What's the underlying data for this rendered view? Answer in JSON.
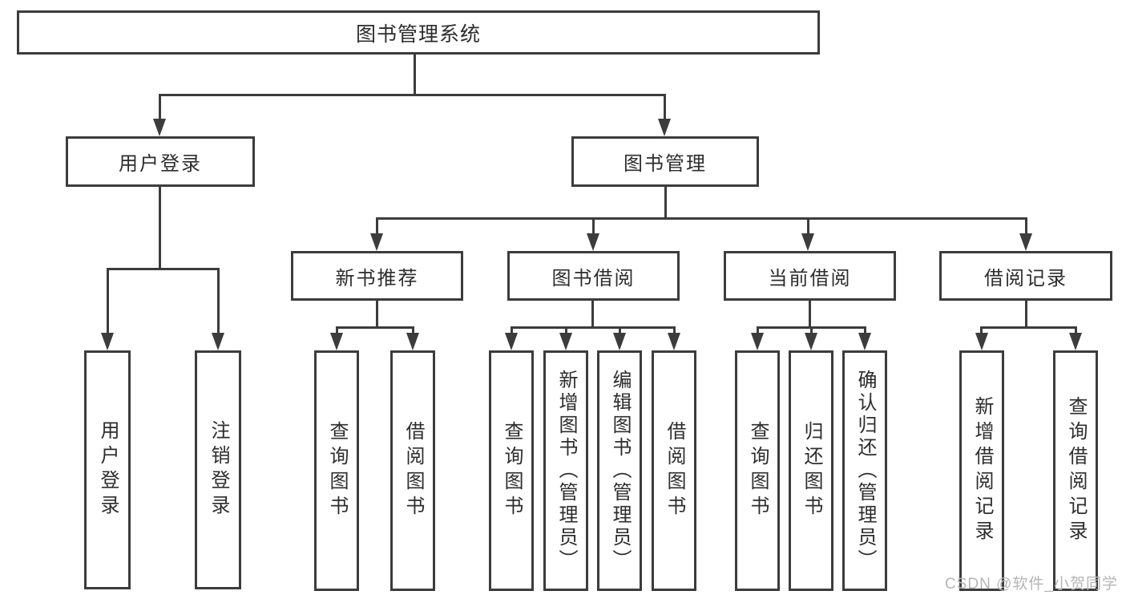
{
  "diagram": {
    "type": "hierarchy-tree",
    "root": {
      "label": "图书管理系统",
      "children": [
        {
          "label": "用户登录",
          "children": [
            {
              "label": "用户登录"
            },
            {
              "label": "注销登录"
            }
          ]
        },
        {
          "label": "图书管理",
          "children": [
            {
              "label": "新书推荐",
              "children": [
                {
                  "label": "查询图书"
                },
                {
                  "label": "借阅图书"
                }
              ]
            },
            {
              "label": "图书借阅",
              "children": [
                {
                  "label": "查询图书"
                },
                {
                  "label": "新增图书（管理员）"
                },
                {
                  "label": "编辑图书（管理员）"
                },
                {
                  "label": "借阅图书"
                }
              ]
            },
            {
              "label": "当前借阅",
              "children": [
                {
                  "label": "查询图书"
                },
                {
                  "label": "归还图书"
                },
                {
                  "label": "确认归还（管理员）"
                }
              ]
            },
            {
              "label": "借阅记录",
              "children": [
                {
                  "label": "新增借阅记录"
                },
                {
                  "label": "查询借阅记录"
                }
              ]
            }
          ]
        }
      ]
    }
  },
  "watermark": {
    "text": "CSDN @软件_小贺同学"
  },
  "colors": {
    "line": "#3c3c3c",
    "box_border": "#3c3c3c",
    "box_background": "#ffffff",
    "text": "#2d2d2d",
    "page_background": "#ffffff",
    "watermark": "#b7b4b4"
  }
}
